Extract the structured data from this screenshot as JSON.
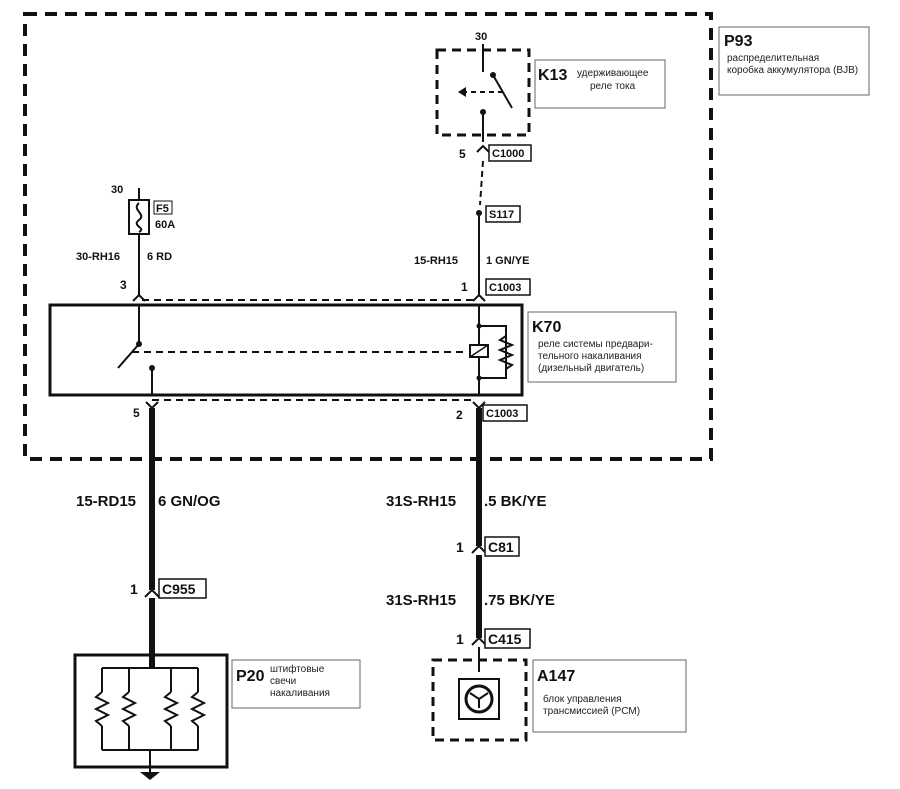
{
  "p93": {
    "code": "P93",
    "desc1": "распределительная",
    "desc2": "коробка аккумулятора (BJB)"
  },
  "k13": {
    "code": "K13",
    "desc1": "удерживающее",
    "desc2": "реле тока",
    "pin_top": "30",
    "pin_bottom": "5",
    "connector": "C1000"
  },
  "f5": {
    "pin_top": "30",
    "code": "F5",
    "rating": "60A"
  },
  "wires": {
    "w1_code": "30-RH16",
    "w1_color": "6 RD",
    "w2_code": "15-RH15",
    "w2_color": "1 GN/YE",
    "w3_code": "15-RD15",
    "w3_color": "6 GN/OG",
    "w4_code": "31S-RH15",
    "w4_color": ".5 BK/YE",
    "w5_code": "31S-RH15",
    "w5_color": ".75 BK/YE"
  },
  "s117": {
    "label": "S117"
  },
  "k70": {
    "code": "K70",
    "desc1": "реле системы предвари-",
    "desc2": "тельного накаливания",
    "desc3": "(дизельный двигатель)",
    "pin3": "3",
    "pin1": "1",
    "pin5": "5",
    "pin2": "2",
    "conn_top": "C1003",
    "conn_bottom": "C1003"
  },
  "c81": {
    "pin": "1",
    "label": "C81"
  },
  "c955": {
    "pin": "1",
    "label": "C955"
  },
  "c415": {
    "pin": "1",
    "label": "C415"
  },
  "p20": {
    "code": "P20",
    "desc1": "штифтовые",
    "desc2": "свечи",
    "desc3": "накаливания"
  },
  "a147": {
    "code": "A147",
    "desc1": "блок управления",
    "desc2": "трансмиссией (PCM)"
  },
  "colors": {
    "ink": "#111111",
    "background": "#ffffff"
  }
}
